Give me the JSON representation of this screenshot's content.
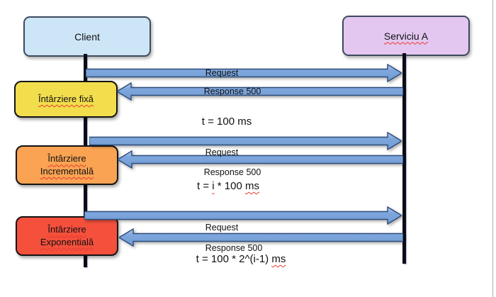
{
  "diagram": {
    "title_hint": "retry-delay-strategies-sequence-diagram",
    "actors": {
      "client": {
        "label": "Client"
      },
      "service": {
        "label": "Serviciu A"
      }
    },
    "strategies": [
      {
        "id": "fixed",
        "line1": "Întârziere fixă",
        "line2": "",
        "fill": "#f2de4d"
      },
      {
        "id": "incremental",
        "line1": "Întârziere",
        "line2": "Incrementală",
        "fill": "#f9a353"
      },
      {
        "id": "exponential",
        "line1": "Întârziere",
        "line2": "Exponentială",
        "fill": "#f4503c"
      }
    ],
    "exchanges": [
      {
        "request_label": "Request",
        "response_label": "Response 500",
        "delay": {
          "p0": "t = 100 ms",
          "p1": "",
          "p2": "",
          "p3": ""
        }
      },
      {
        "request_label": "Request",
        "response_label": "Response 500",
        "delay": {
          "p0": "t = ",
          "p1": "i",
          "p2": " * 100 ",
          "p3": "ms"
        }
      },
      {
        "request_label": "Request",
        "response_label": "Response 500",
        "delay": {
          "p0": "t = 100 * 2^(i-1) ",
          "p1": "ms",
          "p2": "",
          "p3": ""
        }
      }
    ],
    "colors": {
      "client_fill": "#cde6f7",
      "service_fill": "#e4c7f1",
      "fixed_fill": "#f2de4d",
      "incremental_fill": "#f9a353",
      "exponential_fill": "#f4503c",
      "arrow_fill": "#7ea6dc",
      "arrow_border": "#2e4d7b",
      "lifeline": "#0c0c16",
      "spellcheck_squiggle": "#e8392e"
    }
  }
}
